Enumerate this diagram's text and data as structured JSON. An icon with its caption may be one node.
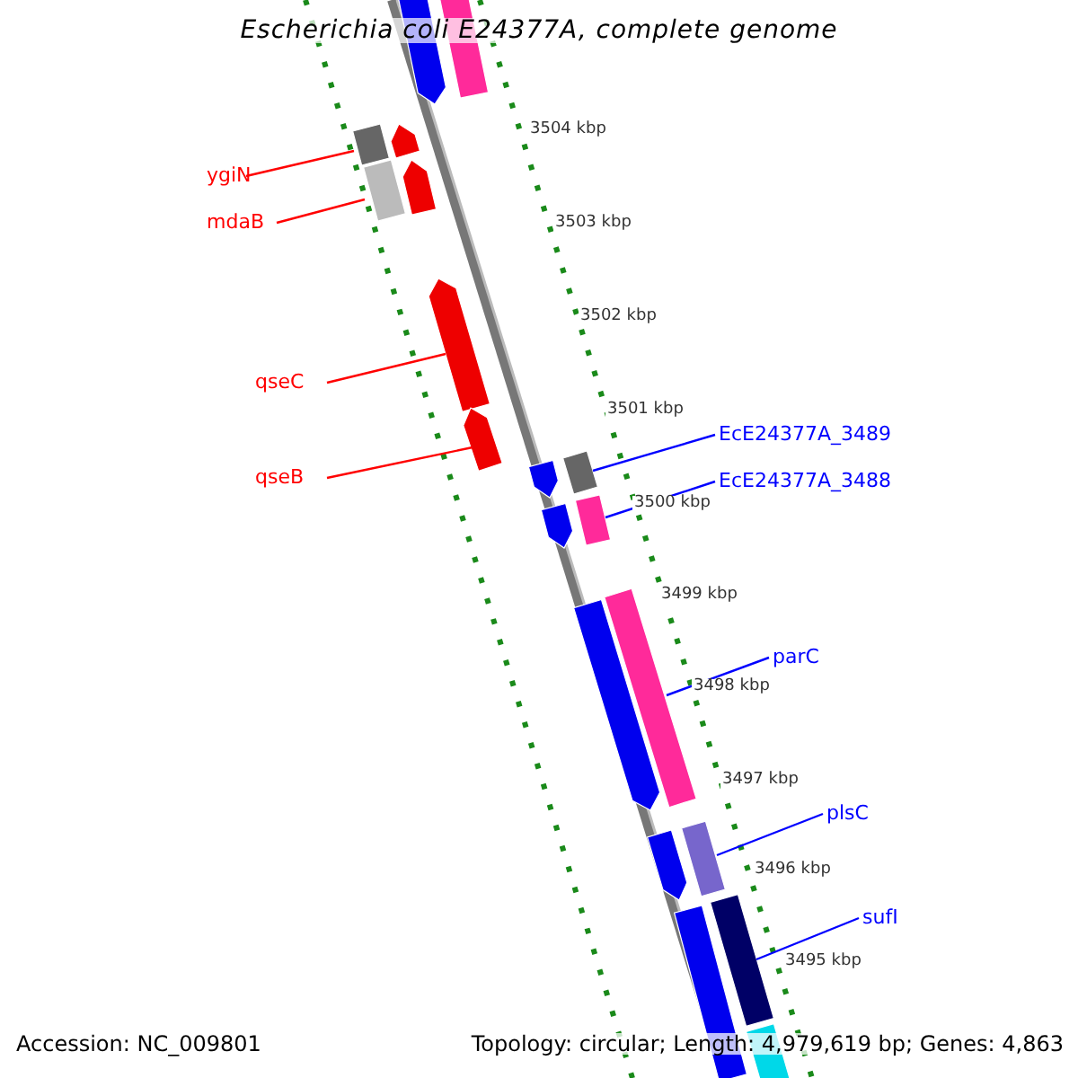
{
  "diagram": {
    "title": "Escherichia coli E24377A, complete genome",
    "nodes": [
      {
        "text": [
          "ygiN"
        ]
      },
      {
        "text": [
          "mdaB"
        ]
      },
      {
        "text": [
          "qseC"
        ]
      },
      {
        "text": [
          "qseB"
        ]
      },
      {
        "text": [
          "EcE24377A_3489"
        ]
      },
      {
        "text": [
          "EcE24377A_3488"
        ]
      },
      {
        "text": [
          "parC"
        ]
      },
      {
        "text": [
          "plsC"
        ]
      },
      {
        "text": [
          "sufI"
        ]
      },
      {
        "text": [],
        "shape": "bar"
      },
      {
        "text": [],
        "shape": "bar"
      },
      {
        "text": [],
        "shape": "bar"
      },
      {
        "text": [],
        "shape": "bar"
      },
      {
        "text": [],
        "shape": "bar"
      },
      {
        "text": [],
        "shape": "bar"
      },
      {
        "text": [],
        "shape": "bar"
      },
      {
        "text": [],
        "shape": "bar"
      },
      {
        "text": [],
        "shape": "bar"
      },
      {
        "text": [],
        "shape": "bar"
      },
      {
        "text": [],
        "shape": "bar"
      },
      {
        "text": [],
        "shape": "bar"
      },
      {
        "text": [],
        "shape": "bar"
      },
      {
        "text": [],
        "shape": "bar"
      },
      {
        "text": [],
        "shape": "bar"
      },
      {
        "text": [],
        "shape": "bar"
      },
      {
        "text": [],
        "shape": "bar"
      },
      {
        "text": [],
        "shape": "bar"
      },
      {
        "text": [],
        "shape": "bar"
      }
    ],
    "edges": [
      {
        "from": 0,
        "to": 9,
        "arrow": "none",
        "color": "#ff0000"
      },
      {
        "from": 1,
        "to": 10,
        "arrow": "none",
        "color": "#ff0000"
      },
      {
        "from": 2,
        "to": 11,
        "arrow": "none",
        "color": "#ff0000"
      },
      {
        "from": 3,
        "to": 12,
        "arrow": "none",
        "color": "#ff0000"
      },
      {
        "from": 4,
        "to": 13,
        "arrow": "none"
      },
      {
        "from": 5,
        "to": 14,
        "arrow": "none"
      },
      {
        "from": 6,
        "to": 15,
        "arrow": "none"
      },
      {
        "from": 7,
        "to": 16,
        "arrow": "none"
      },
      {
        "from": 8,
        "to": 17,
        "arrow": "none"
      }
    ],
    "labels": [
      "3504 kbp",
      "3503 kbp",
      "3502 kbp",
      "3501 kbp",
      "3500 kbp",
      "3499 kbp",
      "3498 kbp",
      "3497 kbp",
      "3496 kbp",
      "3495 kbp",
      "Accession: NC_009801",
      "Topology: circular; Length: 4,979,619 bp; Genes: 4,863"
    ]
  }
}
